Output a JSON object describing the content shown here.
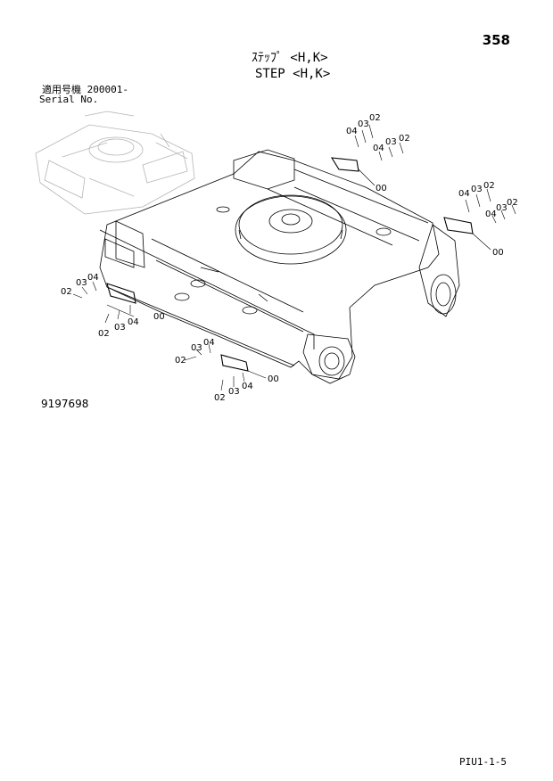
{
  "header": {
    "page_number": "358",
    "title_jp": "ｽﾃｯﾌﾟ <H,K>",
    "title_en": "STEP <H,K>",
    "serial_label_jp": "適用号機 200001-",
    "serial_label_en": "Serial No."
  },
  "diagram": {
    "callouts": {
      "c1_04": "04",
      "c1_03": "03",
      "c1_02": "02",
      "c2_04": "04",
      "c2_03": "03",
      "c2_02": "02",
      "c3_00": "00",
      "c4_04": "04",
      "c4_03": "03",
      "c4_02": "02",
      "c5_04": "04",
      "c5_03": "03",
      "c5_02": "02",
      "c6_00": "00",
      "c7_03": "03",
      "c7_04": "04",
      "c7_02": "02",
      "c8_00": "00",
      "c8_04": "04",
      "c8_03": "03",
      "c8_02": "02",
      "c9_03": "03",
      "c9_04": "04",
      "c9_02": "02",
      "c10_00": "00",
      "c10_04": "04",
      "c10_03": "03",
      "c10_02": "02"
    }
  },
  "footer": {
    "drawing_number": "9197698",
    "page_code": "PIU1-1-5"
  }
}
